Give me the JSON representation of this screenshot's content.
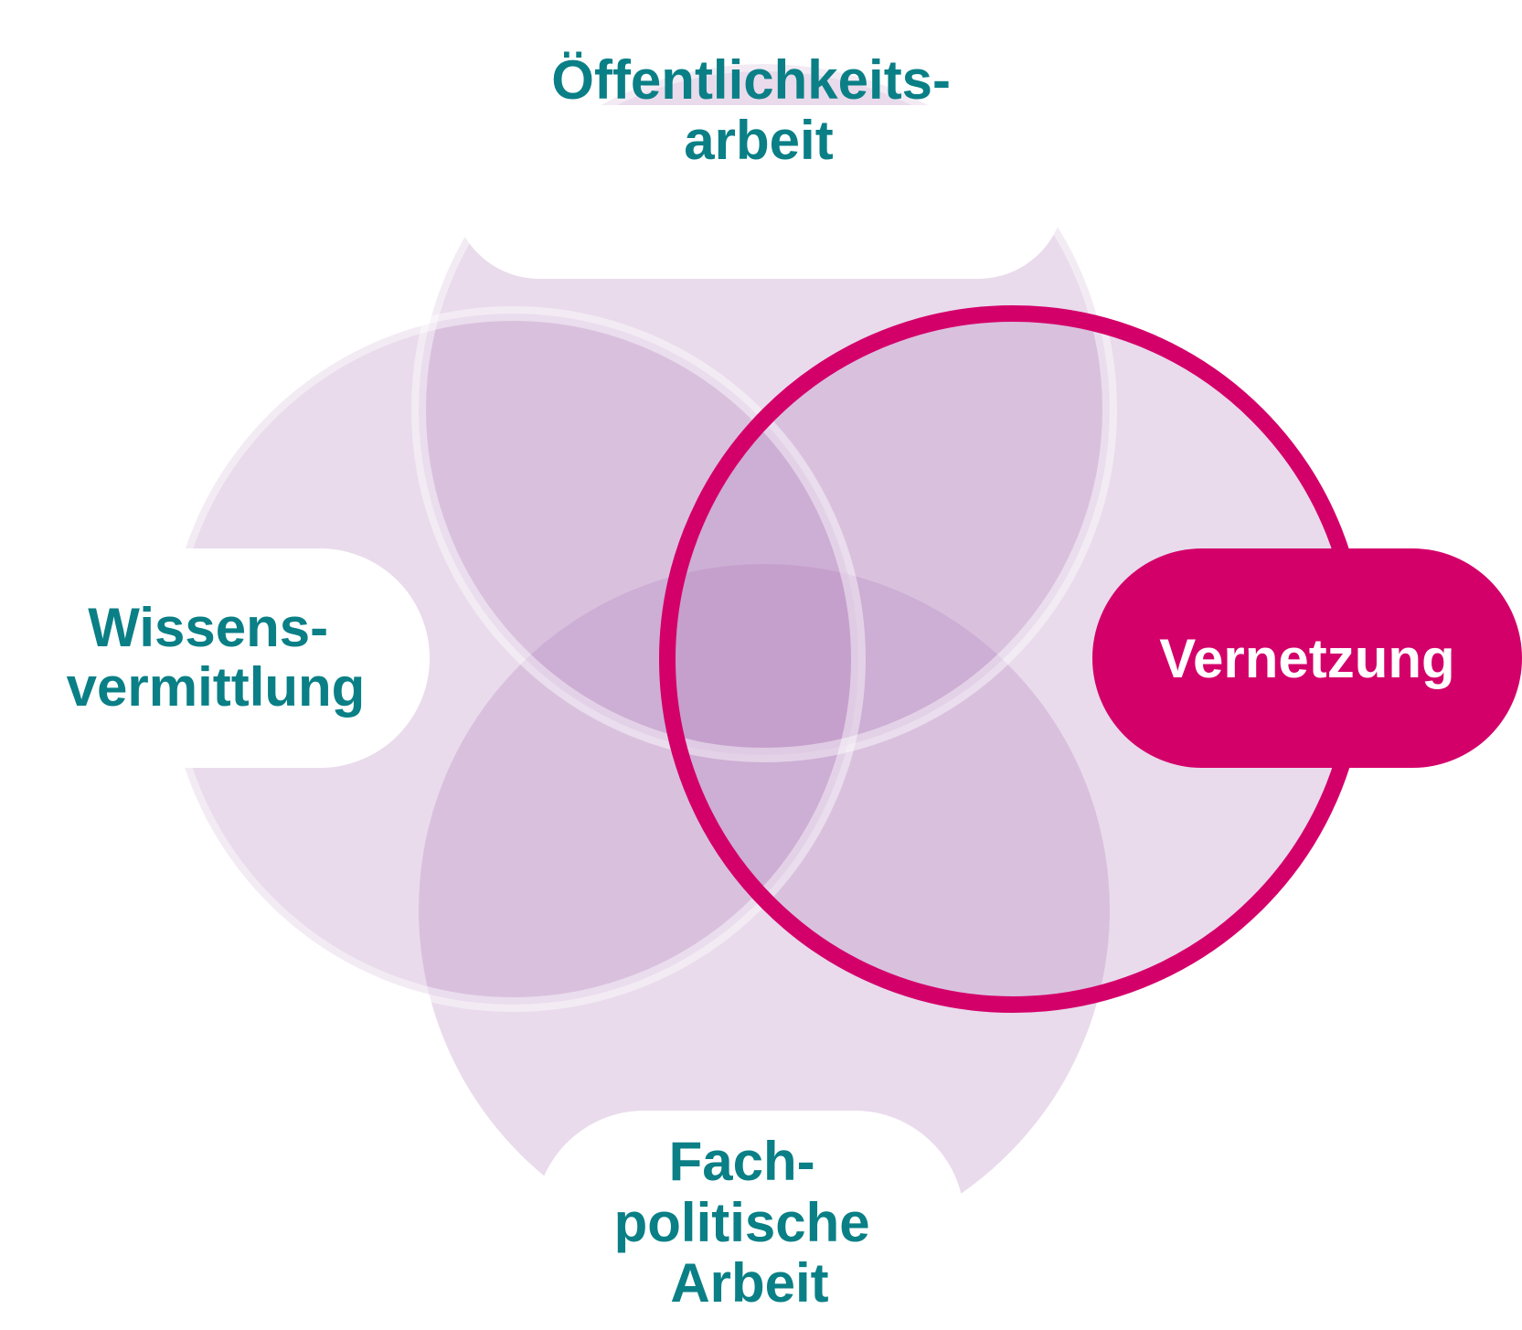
{
  "diagram": {
    "labels": {
      "top": {
        "line1": "Öffentlichkeits-",
        "line2": "arbeit"
      },
      "left": {
        "line1": "Wissens-",
        "line2": "vermittlung"
      },
      "right": {
        "text": "Vernetzung"
      },
      "bottom": {
        "line1": "Fach-",
        "line2": "politische",
        "line3": "Arbeit"
      }
    },
    "highlighted": "right",
    "colors": {
      "circle_fill": "#b07fbb",
      "label_text": "#0a7f86",
      "highlight": "#d4006a",
      "highlight_text": "#ffffff"
    }
  }
}
